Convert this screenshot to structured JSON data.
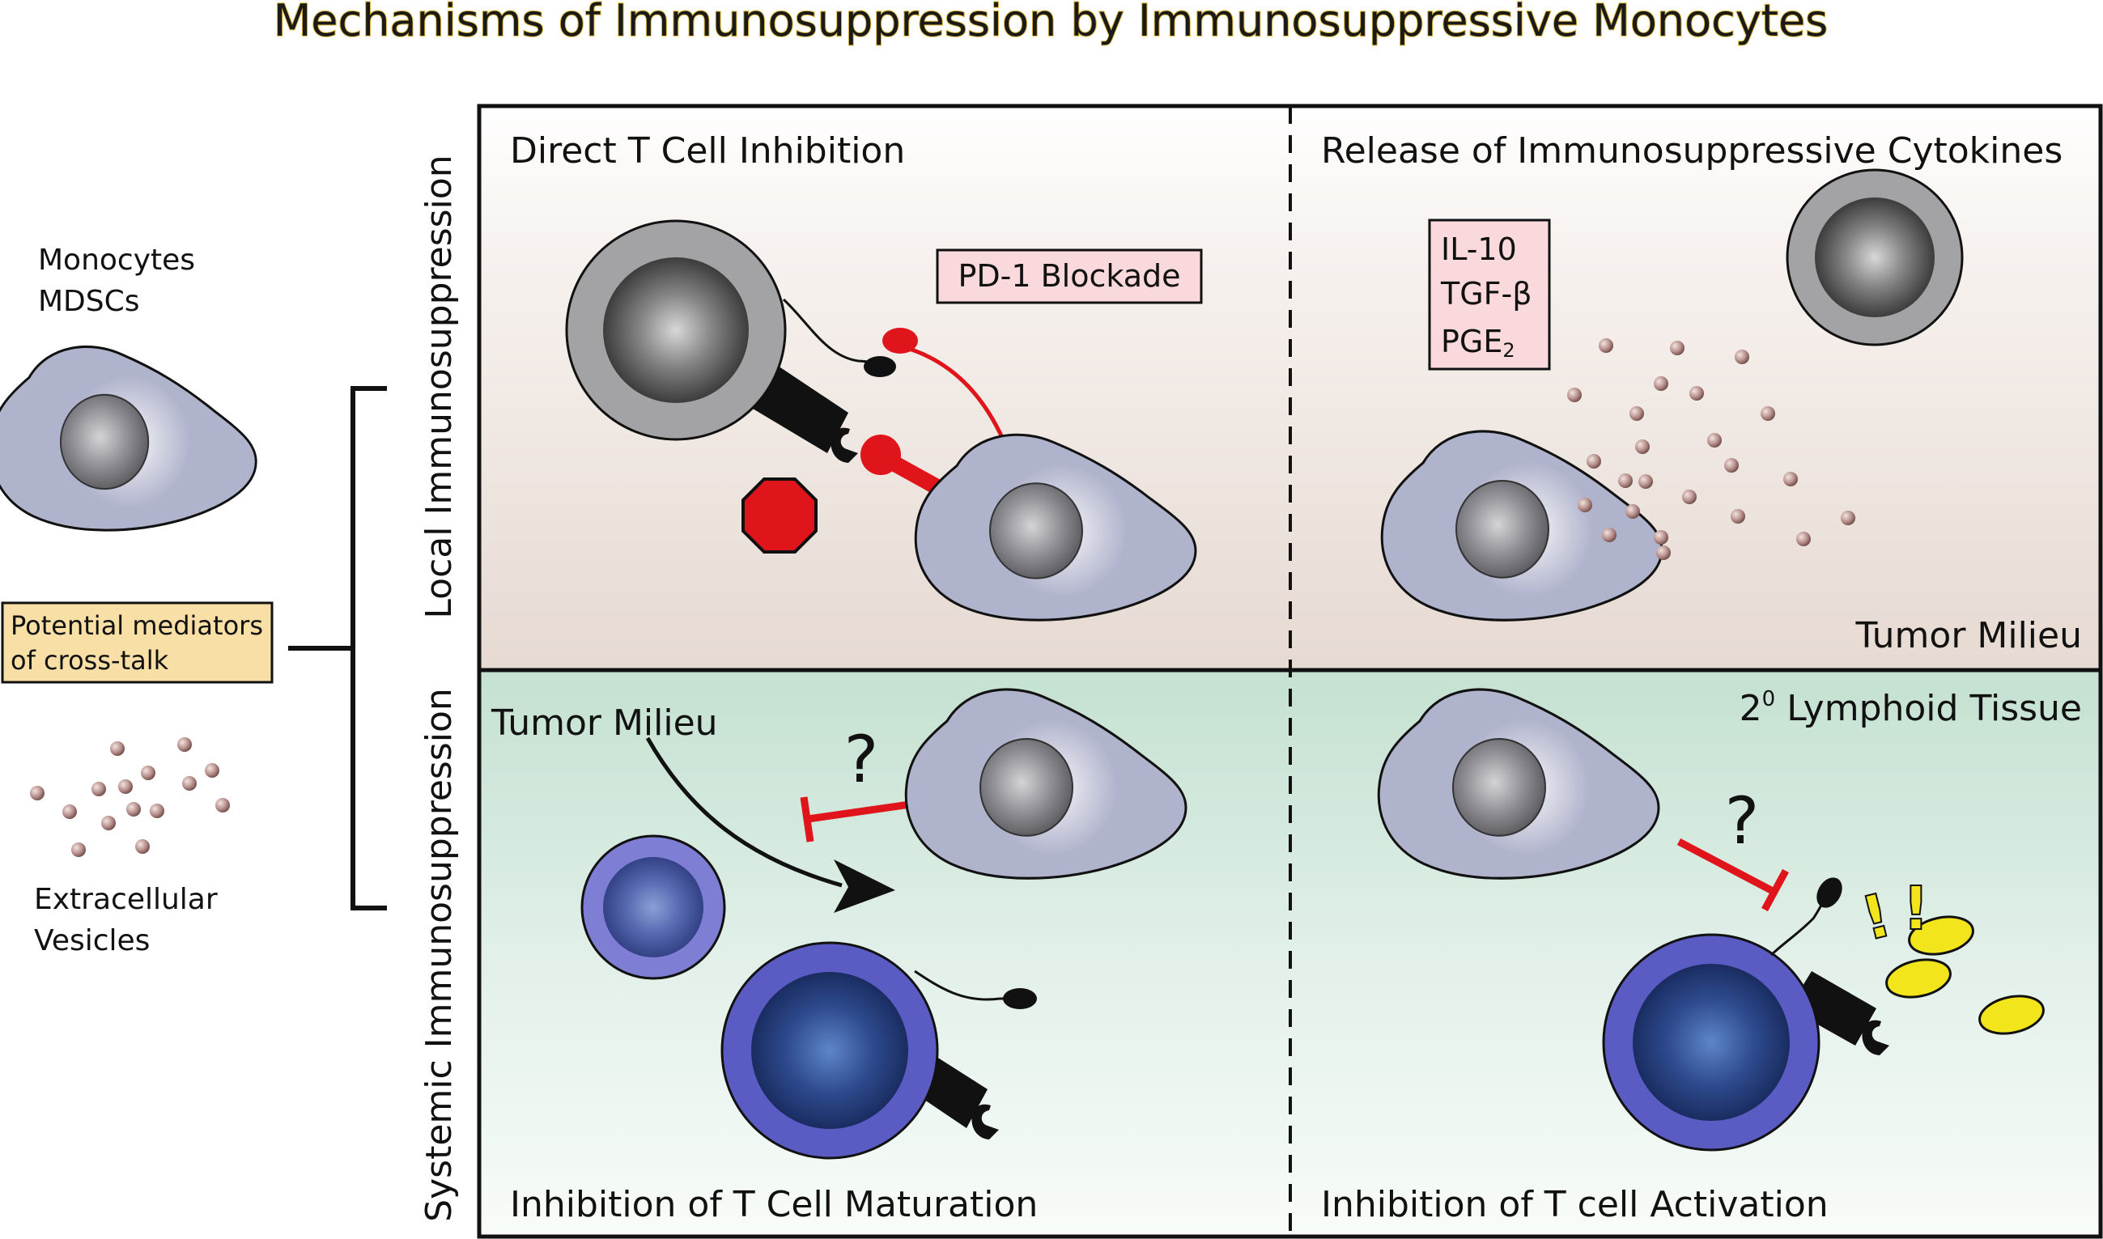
{
  "title": "Mechanisms of Immunosuppression by Immunosuppressive Monocytes",
  "left_panel": {
    "monocytes_label_1": "Monocytes",
    "monocytes_label_2": "MDSCs",
    "mediators_label_1": "Potential mediators",
    "mediators_label_2": "of cross-talk",
    "vesicles_label_1": "Extracellular",
    "vesicles_label_2": "Vesicles"
  },
  "row_labels": {
    "local": "Local Immunosuppression",
    "systemic": "Systemic Immunosuppression"
  },
  "panels": {
    "top_left": {
      "title": "Direct T Cell Inhibition",
      "blockade_label": "PD-1 Blockade"
    },
    "top_right": {
      "title": "Release of Immunosuppressive Cytokines",
      "cytokines": [
        "IL-10",
        "TGF-β",
        "PGE"
      ],
      "pge_subscript": "2",
      "milieu": "Tumor Milieu"
    },
    "bottom_left": {
      "milieu": "Tumor Milieu",
      "question": "?",
      "caption": "Inhibition of T Cell Maturation"
    },
    "bottom_right": {
      "tissue_superscript": "0",
      "tissue": " Lymphoid Tissue",
      "tissue_prefix": "2",
      "question": "?",
      "exclaim": "!",
      "caption": "Inhibition of T cell Activation"
    }
  },
  "colors": {
    "title_fill": "#1a1a1a",
    "title_outline": "#e0b93a",
    "top_panel_top": "#ffffff",
    "top_panel_bottom": "#e6dad2",
    "bottom_panel_top": "#c4e1d1",
    "bottom_panel_bottom": "#f8fcf9",
    "monocyte": "#b0b3cc",
    "tcell_grey": "#a3a3a6",
    "tcell_blue": "#5a5cc4",
    "inhibition_red": "#e0141b",
    "vesicle": "#b08985",
    "mediator_box": "#f7dfa6",
    "cytokine_box": "#f9d9dc",
    "antigen_yellow": "#f2e51b"
  }
}
